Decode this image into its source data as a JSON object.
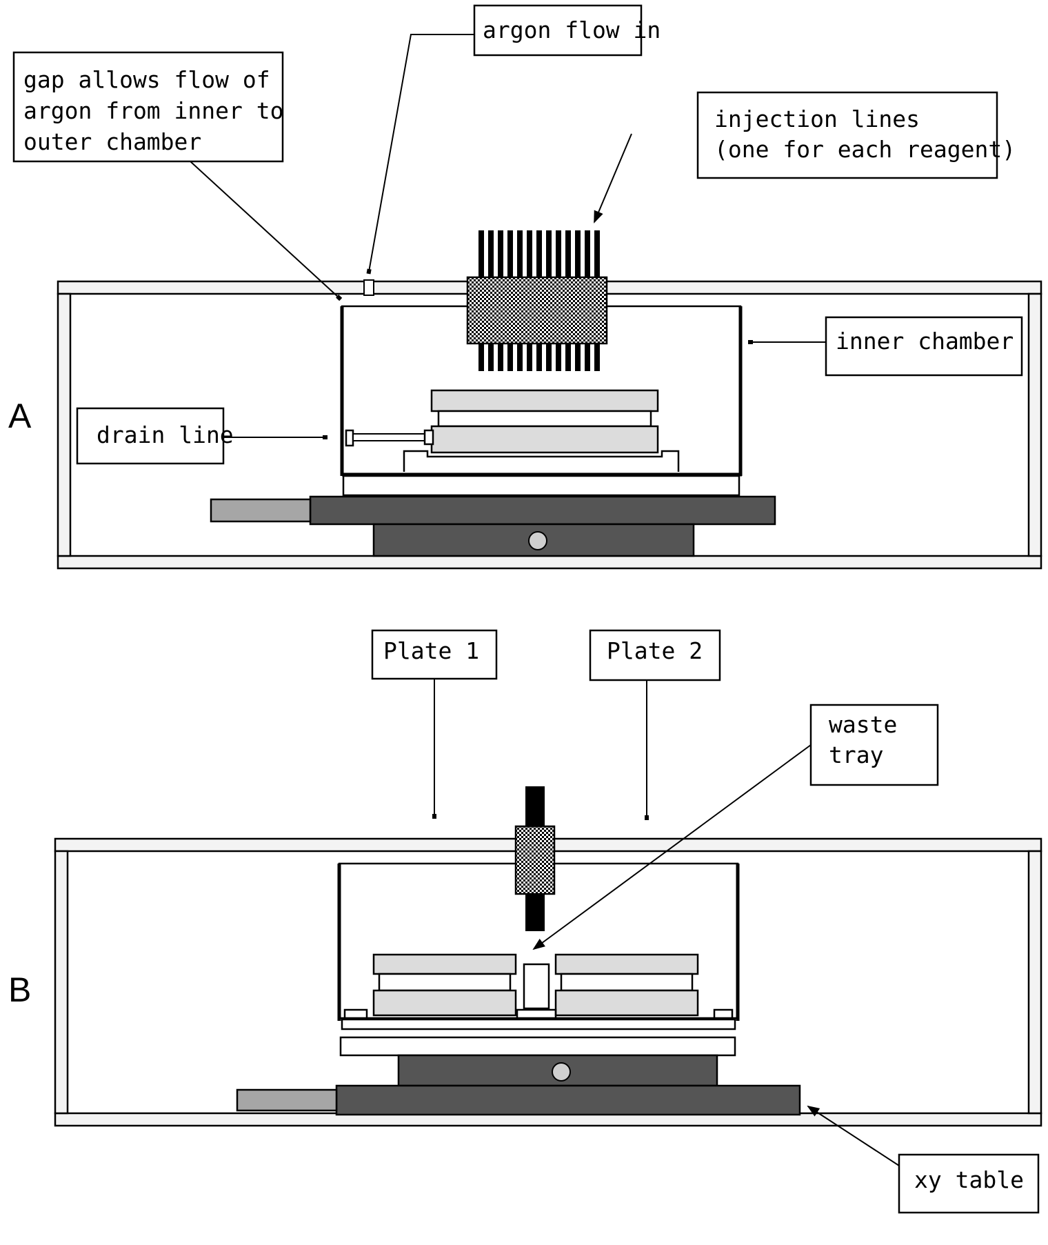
{
  "panels": {
    "a": "A",
    "b": "B"
  },
  "labels": {
    "argon_flow_in": "argon flow in",
    "gap": [
      "gap allows flow of",
      "argon from inner to",
      "outer chamber"
    ],
    "injection_lines": [
      "injection lines",
      "(one for each reagent)"
    ],
    "inner_chamber": "inner chamber",
    "drain_line": "drain line",
    "plate1": "Plate 1",
    "plate2": "Plate 2",
    "waste_tray": [
      "waste",
      "tray"
    ],
    "xy_table": "xy table"
  },
  "colors": {
    "dark_stage": "#555555",
    "light_plate": "#dcdcdc",
    "frame": "#f3f3f3",
    "handle": "#a6a6a6",
    "block_pattern": "checkered"
  }
}
